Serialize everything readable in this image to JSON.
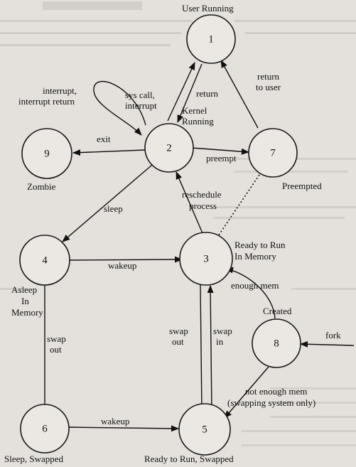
{
  "states": {
    "s1": {
      "num": "1",
      "label_1": "User Running"
    },
    "s2": {
      "num": "2",
      "label_1": "Kernel",
      "label_2": "Running"
    },
    "s3": {
      "num": "3",
      "label_1": "Ready to Run",
      "label_2": "In Memory"
    },
    "s4": {
      "num": "4",
      "label_1": "Asleep",
      "label_2": "In",
      "label_3": "Memory"
    },
    "s5": {
      "num": "5",
      "label_1": "Ready to Run, Swapped"
    },
    "s6": {
      "num": "6",
      "label_1": "Sleep, Swapped"
    },
    "s7": {
      "num": "7",
      "label_1": "Preempted"
    },
    "s8": {
      "num": "8",
      "label_1": "Created"
    },
    "s9": {
      "num": "9",
      "label_1": "Zombie"
    }
  },
  "transitions": {
    "interrupt_1": "interrupt,",
    "interrupt_2": "interrupt return",
    "syscall_1": "sys call,",
    "syscall_2": "interrupt",
    "return": "return",
    "return_to_user_1": "return",
    "return_to_user_2": "to user",
    "exit": "exit",
    "preempt": "preempt",
    "reschedule_1": "reschedule",
    "reschedule_2": "process",
    "sleep": "sleep",
    "wakeup_mem": "wakeup",
    "enough_mem": "enough mem",
    "swap_out_1": "swap",
    "swap_out_2": "out",
    "swap_in_1": "swap",
    "swap_in_2": "in",
    "swap_out_sleep_1": "swap",
    "swap_out_sleep_2": "out",
    "fork": "fork",
    "not_enough_1": "not enough mem",
    "not_enough_2": "(swapping system only)",
    "wakeup_swapped": "wakeup"
  }
}
